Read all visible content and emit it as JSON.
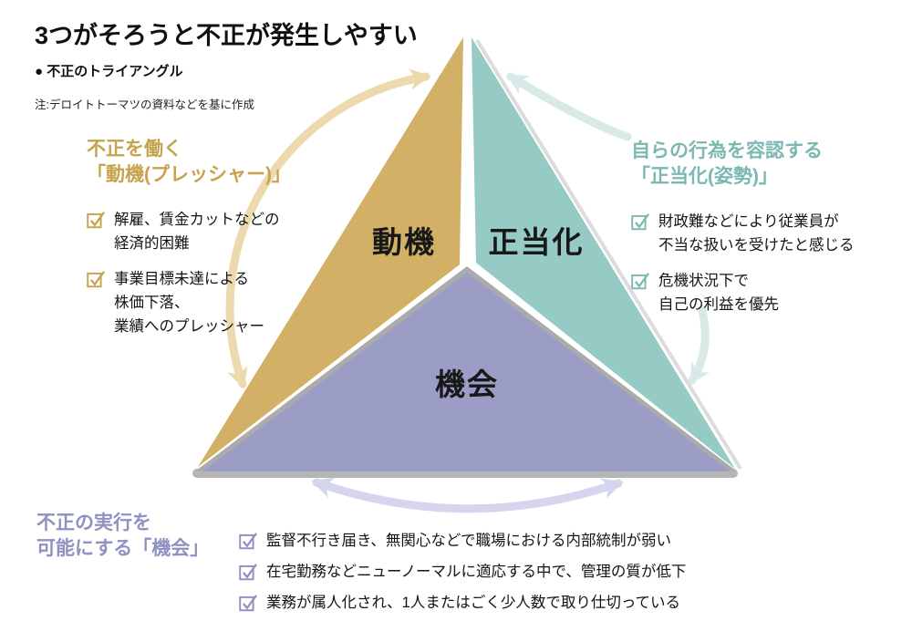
{
  "header": {
    "title": "3つがそろうと不正が発生しやすい",
    "subtitle": "● 不正のトライアングル",
    "note": "注:デロイトトーマツの資料などを基に作成"
  },
  "triangle": {
    "labels": {
      "motive": "動機",
      "rationalization": "正当化",
      "opportunity": "機会"
    },
    "colors": {
      "motive": "#d2b166",
      "rationalization": "#95cbc4",
      "opportunity": "#9b9dc6",
      "motive_pale": "#ecdaae",
      "rationalization_pale": "#d8eae8",
      "opportunity_pale": "#d5d6ee",
      "shadow_gray": "#b5b5b5"
    }
  },
  "motive_block": {
    "accent_color": "#c6a34c",
    "heading": [
      "不正を働く",
      "「動機(プレッシャー)」"
    ],
    "items": [
      {
        "lines": [
          "解雇、賃金カットなどの",
          "経済的困難"
        ]
      },
      {
        "lines": [
          "事業目標未達による",
          "株価下落、",
          "業績へのプレッシャー"
        ]
      }
    ]
  },
  "rationalization_block": {
    "accent_color": "#7cb8b1",
    "heading": [
      "自らの行為を容認する",
      "「正当化(姿勢)」"
    ],
    "items": [
      {
        "lines": [
          "財政難などにより従業員が",
          "不当な扱いを受けたと感じる"
        ]
      },
      {
        "lines": [
          "危機状況下で",
          "自己の利益を優先"
        ]
      }
    ]
  },
  "opportunity_block": {
    "accent_color": "#8e91c1",
    "heading": [
      "不正の実行を",
      "可能にする「機会」"
    ],
    "items": [
      {
        "lines": [
          "監督不行き届き、無関心などで職場における内部統制が弱い"
        ]
      },
      {
        "lines": [
          "在宅勤務などニューノーマルに適応する中で、管理の質が低下"
        ]
      },
      {
        "lines": [
          "業務が属人化され、1人またはごく少人数で取り仕切っている"
        ]
      }
    ]
  }
}
